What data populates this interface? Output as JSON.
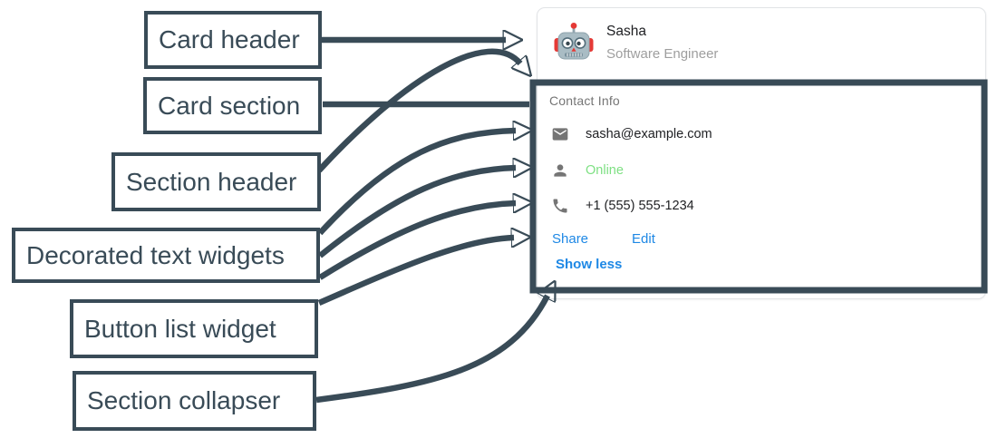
{
  "diagram": {
    "arrow_color": "#394b57",
    "labels": {
      "card_header": "Card header",
      "card_section": "Card section",
      "section_header": "Section header",
      "decorated_text_widgets": "Decorated text widgets",
      "button_list_widget": "Button list widget",
      "section_collapser": "Section collapser"
    }
  },
  "card": {
    "header": {
      "name": "Sasha",
      "subtitle": "Software Engineer",
      "avatar_icon": "robot-avatar-icon"
    },
    "section": {
      "title": "Contact Info",
      "rows": [
        {
          "icon": "email-icon",
          "text": "sasha@example.com"
        },
        {
          "icon": "person-icon",
          "text": "Online",
          "status_color": "#7ee083"
        },
        {
          "icon": "phone-icon",
          "text": "+1 (555) 555-1234"
        }
      ],
      "buttons": [
        {
          "label": "Share"
        },
        {
          "label": "Edit"
        }
      ],
      "collapser_label": "Show less"
    },
    "colors": {
      "link": "#1e88e5",
      "online": "#7ee083",
      "muted": "#757575",
      "text": "#202124",
      "subtitle": "#9e9e9e"
    }
  }
}
